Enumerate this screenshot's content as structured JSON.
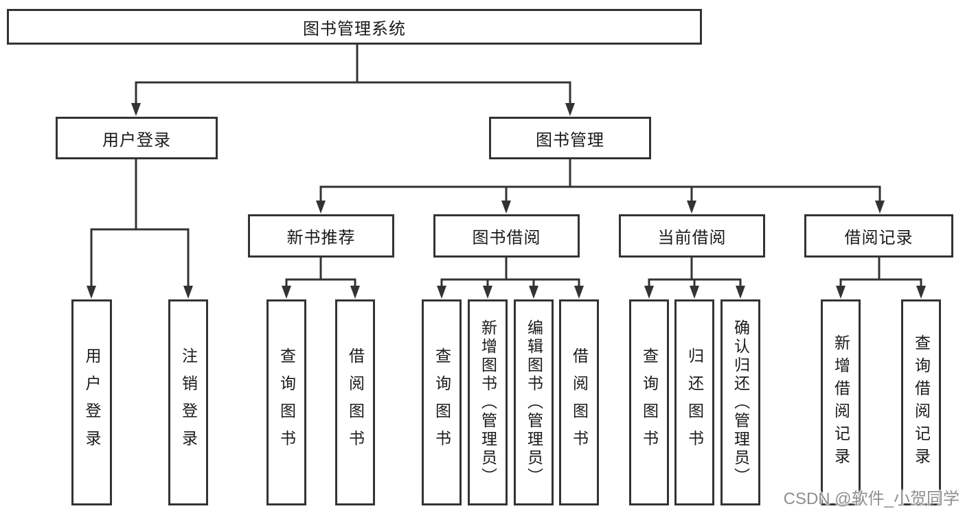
{
  "colors": {
    "line": "#333333",
    "text": "#1a1a1a",
    "background": "#ffffff",
    "watermark": "#8f8f8f"
  },
  "nodes": {
    "root": {
      "label": "图书管理系统"
    },
    "user_login": {
      "label": "用户登录"
    },
    "book_mgmt": {
      "label": "图书管理"
    },
    "login": {
      "label": "用户登录"
    },
    "logout": {
      "label": "注销登录"
    },
    "new_book_rec": {
      "label": "新书推荐"
    },
    "book_borrow": {
      "label": "图书借阅"
    },
    "current_borrow": {
      "label": "当前借阅"
    },
    "borrow_records": {
      "label": "借阅记录"
    },
    "nb_query": {
      "label": "查询图书"
    },
    "nb_borrow": {
      "label": "借阅图书"
    },
    "bb_query": {
      "label": "查询图书"
    },
    "bb_add": {
      "label": "新增图书（管理员）"
    },
    "bb_edit": {
      "label": "编辑图书（管理员）"
    },
    "bb_borrow": {
      "label": "借阅图书"
    },
    "cb_query": {
      "label": "查询图书"
    },
    "cb_return": {
      "label": "归还图书"
    },
    "cb_confirm": {
      "label": "确认归还（管理员）"
    },
    "br_add": {
      "label": "新增借阅记录"
    },
    "br_query": {
      "label": "查询借阅记录"
    }
  },
  "watermark": {
    "text": "CSDN @软件_小贺同学"
  }
}
